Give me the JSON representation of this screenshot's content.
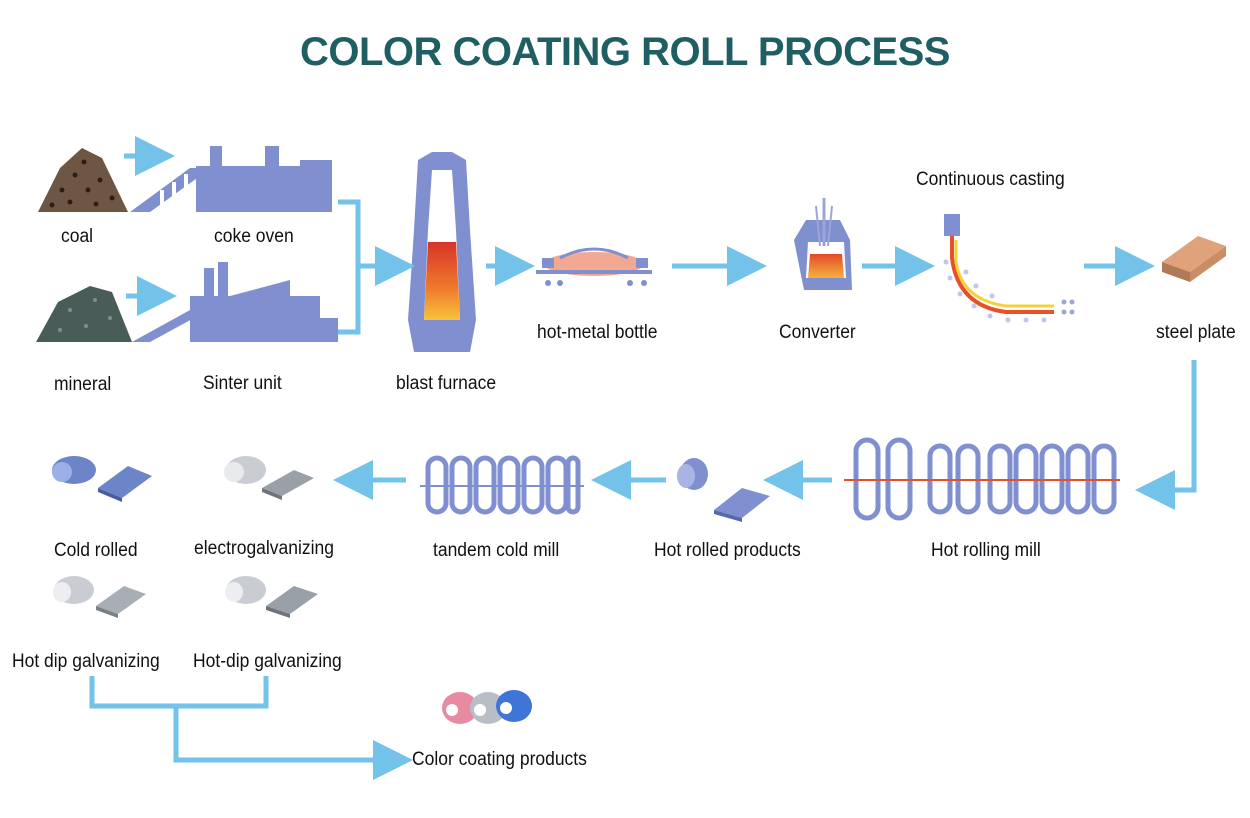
{
  "title": "COLOR COATING ROLL PROCESS",
  "colors": {
    "title": "#1f5f63",
    "arrow": "#72c2ea",
    "machine": "#7f8fd0",
    "hot": "#e8502a",
    "coil_blue": "#6c84c8",
    "coil_grey": "#c9cdd3",
    "coil_pink": "#e88aa2"
  },
  "stages": {
    "coal": "coal",
    "coke_oven": "coke oven",
    "mineral": "mineral",
    "sinter_unit": "Sinter unit",
    "blast_furnace": "blast furnace",
    "hot_metal_bottle": "hot-metal bottle",
    "converter": "Converter",
    "continuous_casting": "Continuous casting",
    "steel_plate": "steel plate",
    "hot_rolling_mill": "Hot rolling mill",
    "hot_rolled_products": "Hot rolled products",
    "tandem_cold_mill": "tandem cold mill",
    "electrogalvanizing": "electrogalvanizing",
    "cold_rolled": "Cold rolled",
    "hot_dip_galvanizing": "Hot dip galvanizing",
    "hot_dip_galvanizing_2": "Hot-dip galvanizing",
    "color_coating_products": "Color coating products"
  }
}
